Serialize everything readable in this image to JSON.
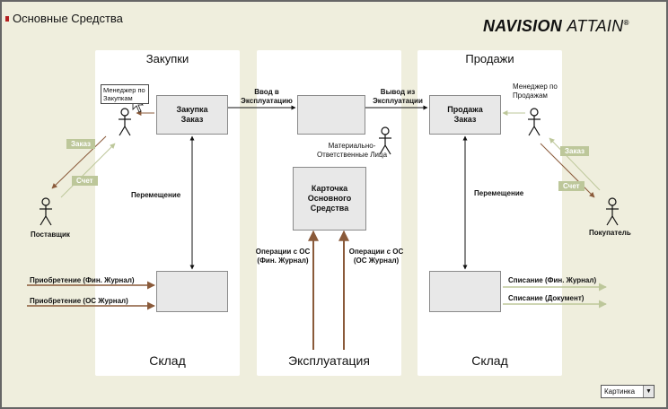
{
  "header": {
    "title": "Основные Средства",
    "logo_main": "NAVISION",
    "logo_sub": "ATTAIN",
    "logo_mark": "®"
  },
  "columns": {
    "purchases": {
      "title": "Закупки",
      "bottom": "Склад"
    },
    "operation": {
      "bottom": "Эксплуатация"
    },
    "sales": {
      "title": "Продажи",
      "bottom": "Склад"
    }
  },
  "boxes": {
    "purchase_order": "Закупка Заказ",
    "commissioning": "",
    "asset_card": "Карточка Основного Средства",
    "sales_order": "Продажа Заказ",
    "purchase_warehouse": "",
    "sales_warehouse": ""
  },
  "labels": {
    "commission_in": "Ввод в Эксплуатацию",
    "commission_out": "Вывод из Эксплуатации",
    "responsible": "Материально- Ответственные Лица",
    "transfer_left": "Перемещение",
    "transfer_right": "Перемещение",
    "ops_fin": "Операции с ОС (Фин. Журнал)",
    "ops_fa": "Операции с ОС (ОС Журнал)",
    "acq_fin": "Приобретение (Фин. Журнал)",
    "acq_fa": "Приобретение (ОС Журнал)",
    "disp_fin": "Списание (Фин. Журнал)",
    "disp_doc": "Списание (Документ)",
    "supplier": "Поставщик",
    "customer": "Покупатель",
    "sales_manager": "Менеджер по Продажам",
    "purchase_manager": "Менеджер по Закупкам"
  },
  "tags": {
    "left_order": "Заказ",
    "left_invoice": "Счет",
    "right_order": "Заказ",
    "right_invoice": "Счет"
  },
  "view_select": {
    "value": "Картинка"
  }
}
